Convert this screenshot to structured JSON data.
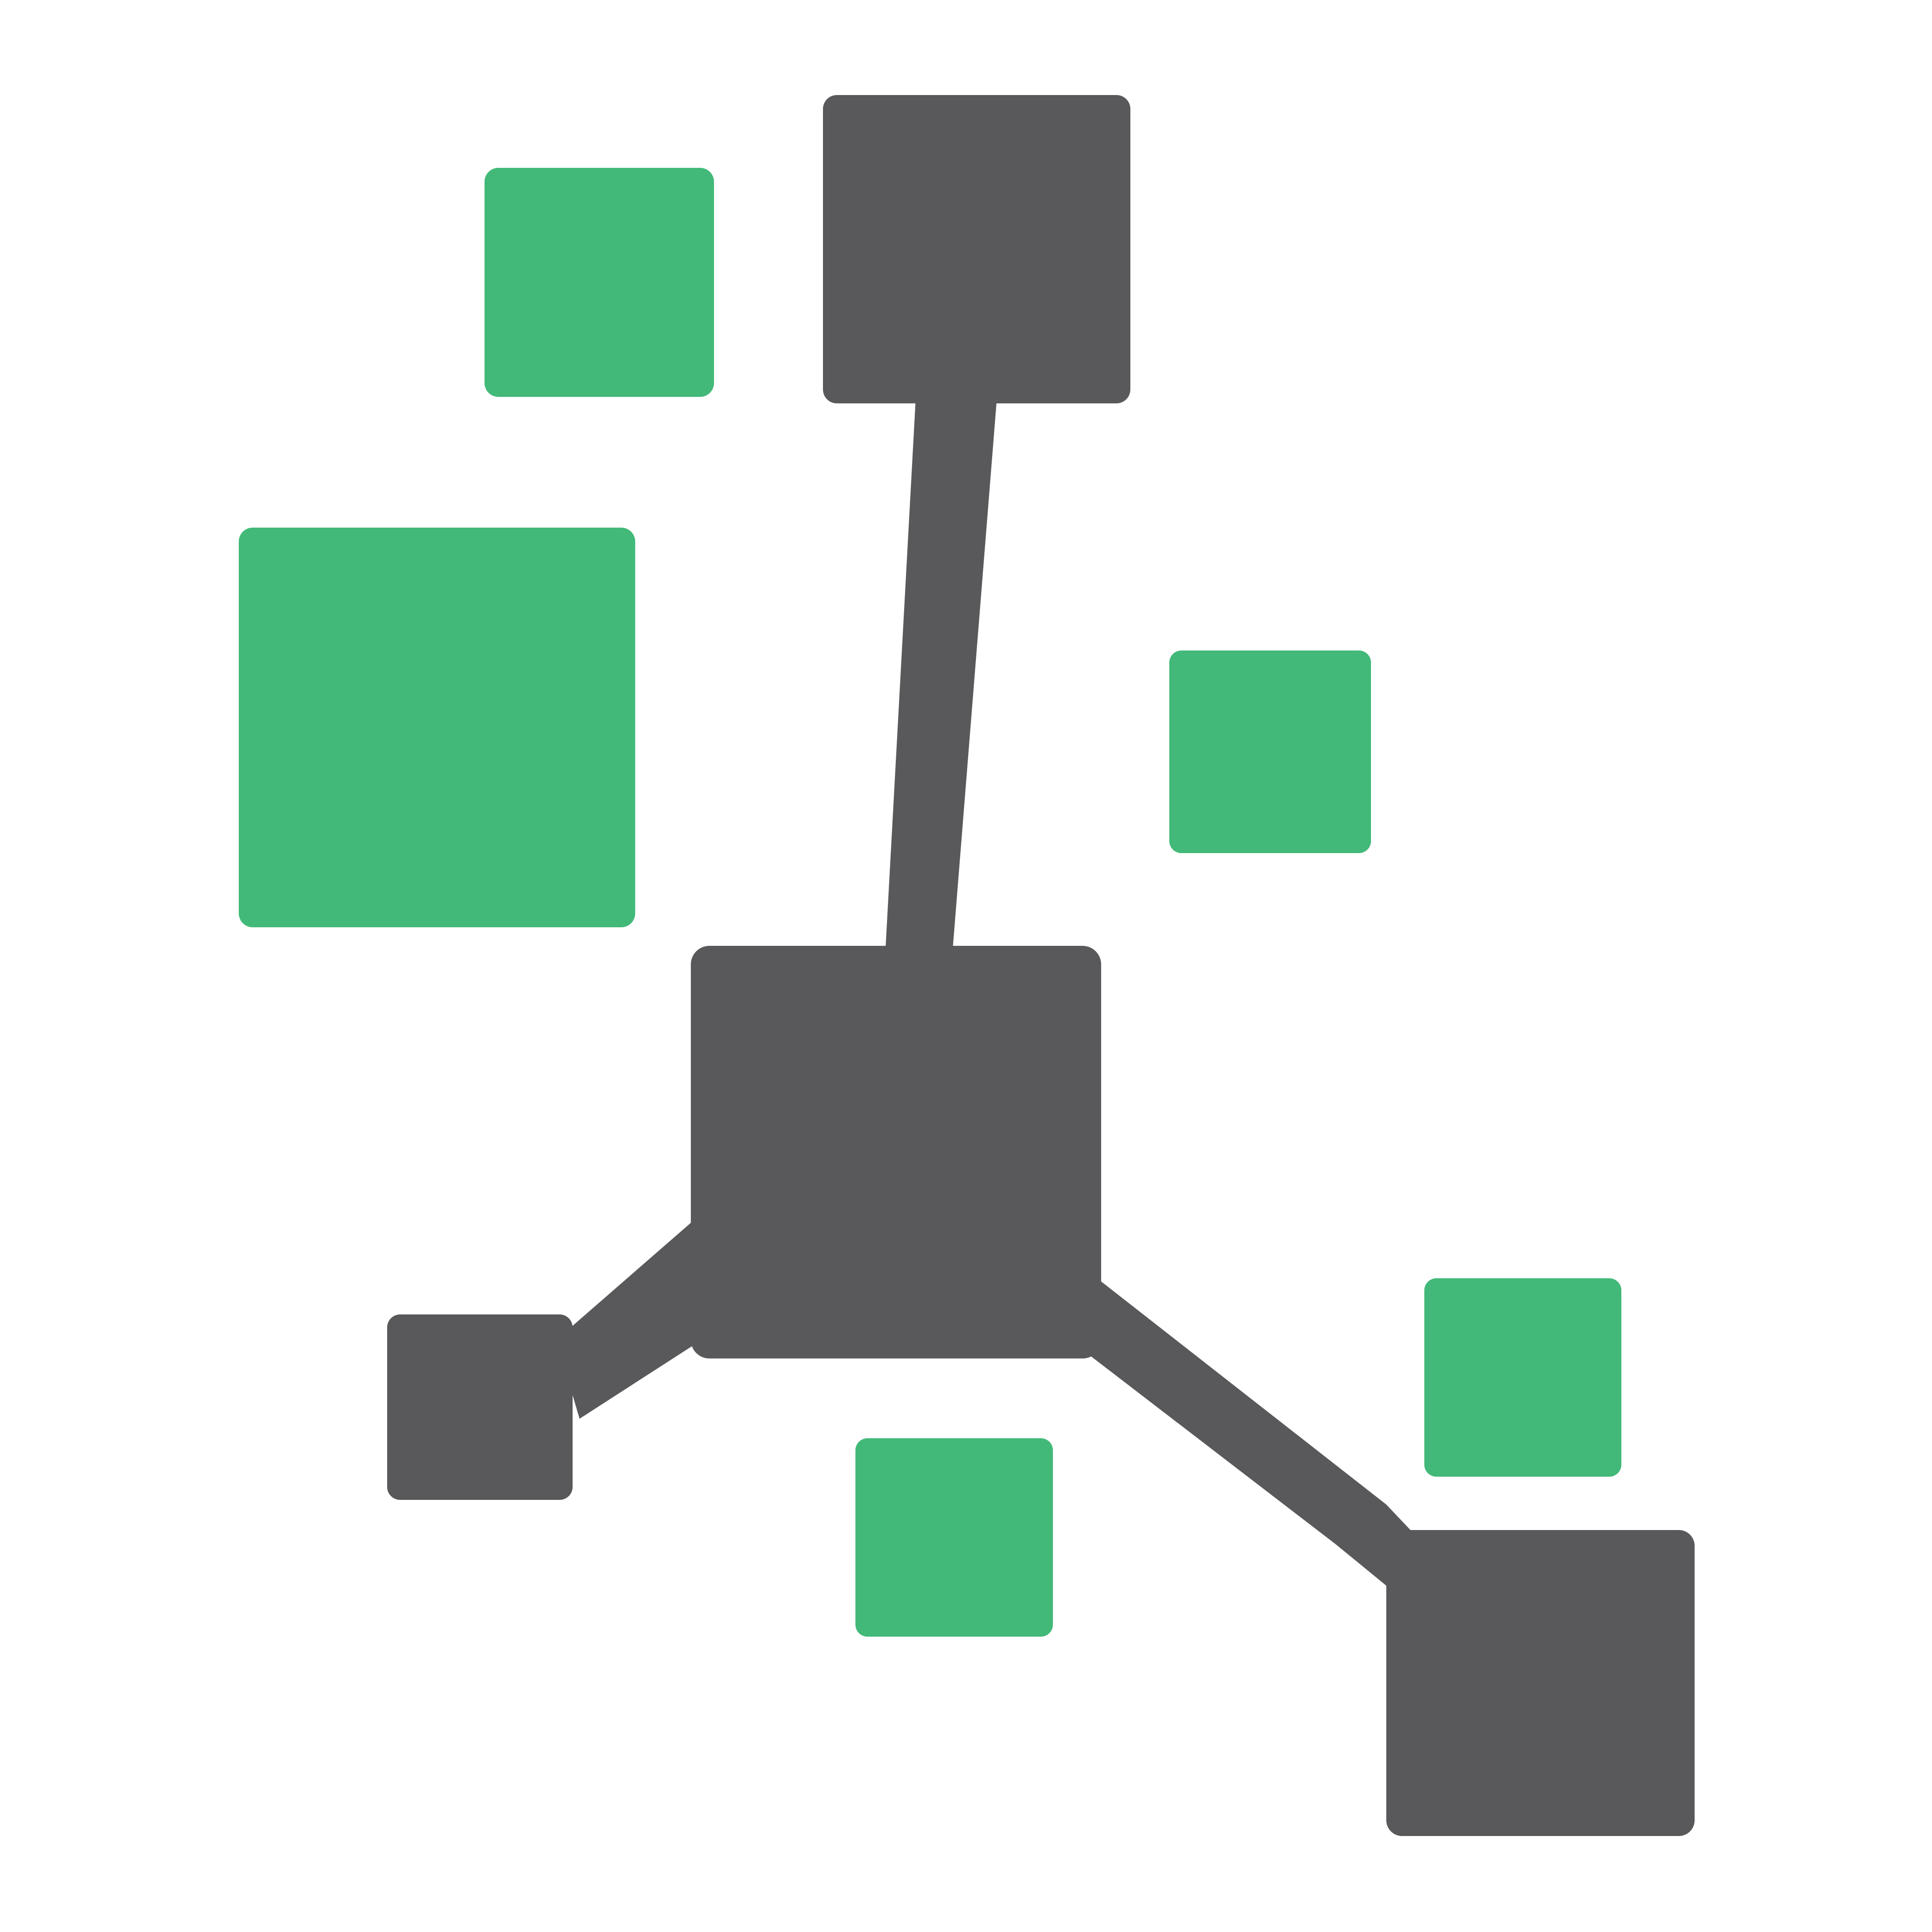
{
  "logo": {
    "description_name": "node-network-logo",
    "colors": {
      "background": "#ffffff",
      "node_dark": "#59595b",
      "node_green": "#42b978"
    },
    "dark_nodes": [
      "top-node",
      "center-hub-node",
      "left-small-node",
      "bottom-right-node"
    ],
    "green_squares": [
      "green-square-top",
      "green-square-large-left",
      "green-square-right-middle",
      "green-square-right-lower",
      "green-square-bottom-center"
    ]
  }
}
